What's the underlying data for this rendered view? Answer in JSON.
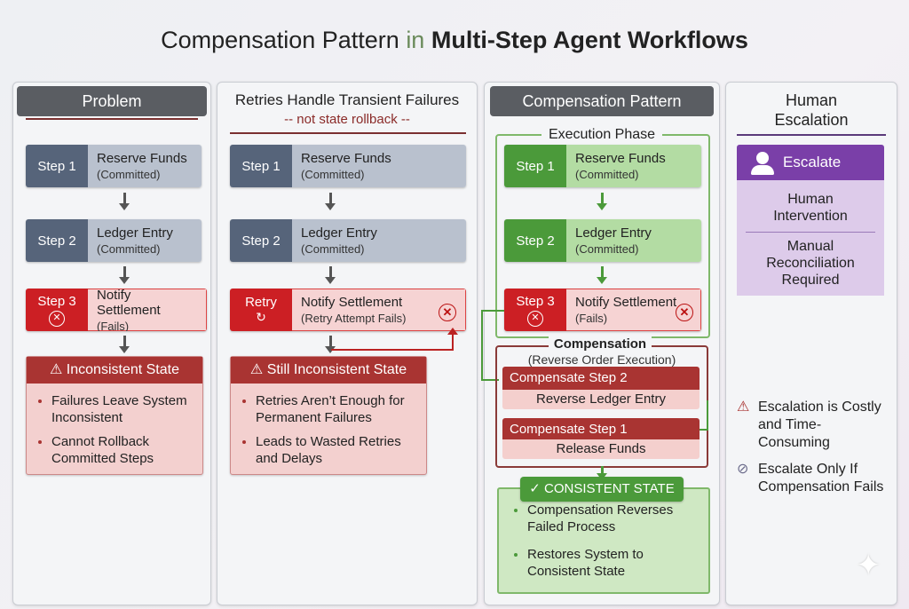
{
  "title": {
    "part1": "Compensation Pattern ",
    "part2": "in ",
    "part3": "Multi-Step Agent Workflows"
  },
  "problem": {
    "heading": "Problem",
    "steps": [
      {
        "tag": "Step 1",
        "title": "Reserve Funds",
        "sub": "(Committed)"
      },
      {
        "tag": "Step 2",
        "title": "Ledger Entry",
        "sub": "(Committed)"
      },
      {
        "tag": "Step 3",
        "title": "Notify Settlement",
        "sub": "(Fails)"
      }
    ],
    "state_heading": "Inconsistent State",
    "bullets": [
      "Failures Leave System Inconsistent",
      "Cannot Rollback Committed Steps"
    ]
  },
  "retries": {
    "heading": "Retries Handle Transient Failures",
    "subheading": "-- not state rollback --",
    "steps": [
      {
        "tag": "Step 1",
        "title": "Reserve Funds",
        "sub": "(Committed)"
      },
      {
        "tag": "Step 2",
        "title": "Ledger Entry",
        "sub": "(Committed)"
      },
      {
        "tag": "Retry",
        "title": "Notify Settlement",
        "sub": "(Retry Attempt Fails)"
      }
    ],
    "state_heading": "Still Inconsistent State",
    "bullets": [
      "Retries Aren’t Enough for Permanent Failures",
      "Leads to Wasted Retries and Delays"
    ]
  },
  "compensation": {
    "heading": "Compensation Pattern",
    "phase_label": "Execution Phase",
    "steps": [
      {
        "tag": "Step 1",
        "title": "Reserve Funds",
        "sub": "(Committed)"
      },
      {
        "tag": "Step 2",
        "title": "Ledger Entry",
        "sub": "(Committed)"
      },
      {
        "tag": "Step 3",
        "title": "Notify Settlement",
        "sub": "(Fails)"
      }
    ],
    "comp_label": "Compensation",
    "comp_sub": "(Reverse Order Execution)",
    "comp_steps": [
      {
        "head": "Compensate Step 2",
        "body": "Reverse Ledger Entry"
      },
      {
        "head": "Compensate Step 1",
        "body": "Release Funds"
      }
    ],
    "consistent_label": "CONSISTENT STATE",
    "bullets": [
      "Compensation Reverses Failed Process",
      "Restores System to Consistent State"
    ]
  },
  "human": {
    "heading_line1": "Human",
    "heading_line2": "Escalation",
    "escalate_label": "Escalate",
    "item1": "Human Intervention",
    "item2": "Manual Reconciliation Required",
    "note1": "Escalation is Costly and Time-Consuming",
    "note2": "Escalate Only If Compensation Fails"
  },
  "colors": {
    "red": "#cc1f24",
    "green": "#4b9a3a",
    "purple": "#7a3fa8",
    "gray": "#56647a"
  }
}
